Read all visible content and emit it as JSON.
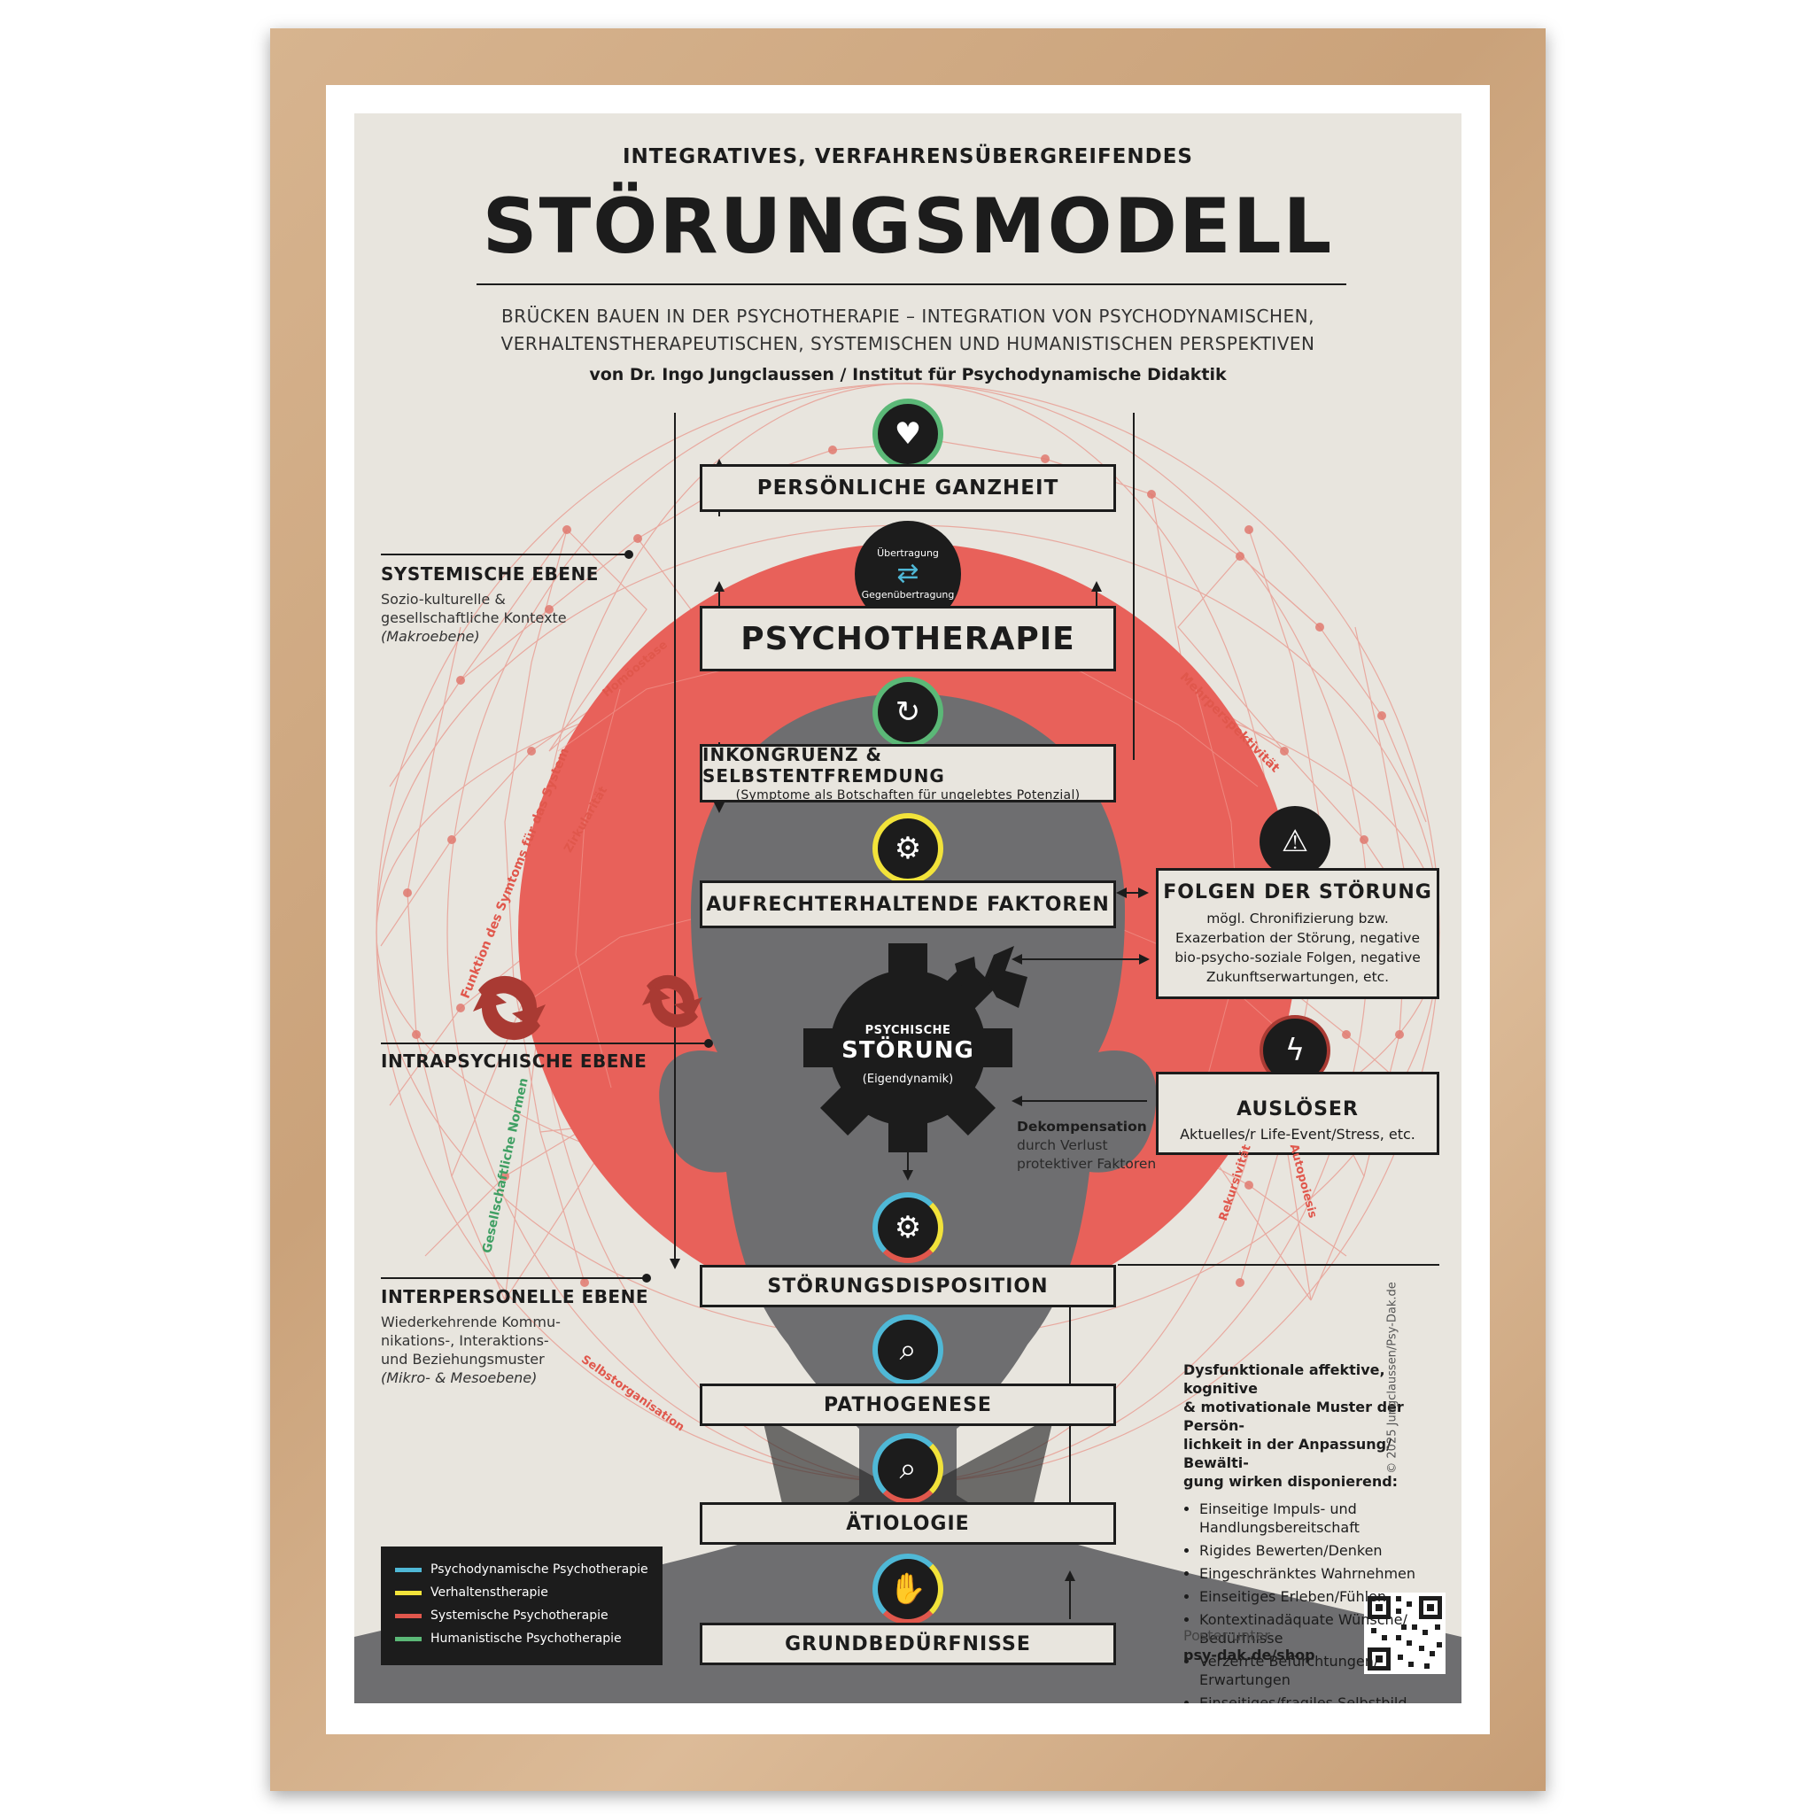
{
  "header": {
    "kicker": "INTEGRATIVES, VERFAHRENSÜBERGREIFENDES",
    "title": "STÖRUNGSMODELL",
    "subtitle_line1": "BRÜCKEN BAUEN IN DER PSYCHOTHERAPIE – INTEGRATION VON PSYCHODYNAMISCHEN,",
    "subtitle_line2": "VERHALTENSTHERAPEUTISCHEN, SYSTEMISCHEN UND HUMANISTISCHEN PERSPEKTIVEN",
    "author": "von Dr. Ingo Jungclaussen / Institut für Psychodynamische Didaktik"
  },
  "boxes": {
    "ganzheit": "PERSÖNLICHE GANZHEIT",
    "psychotherapie": "PSYCHOTHERAPIE",
    "inkongruenz": "INKONGRUENZ & SELBSTENTFREMDUNG",
    "inkongruenz_sub": "(Symptome als Botschaften für ungelebtes Potenzial)",
    "aufrecht": "AUFRECHTERHALTENDE FAKTOREN",
    "disposition": "STÖRUNGSDISPOSITION",
    "pathogenese": "PATHOGENESE",
    "aetiologie": "ÄTIOLOGIE",
    "grundbeduerfnisse": "GRUNDBEDÜRFNISSE"
  },
  "transfer": {
    "top": "Übertragung",
    "bottom": "Gegenübertragung"
  },
  "gear": {
    "small": "PSYCHISCHE",
    "big": "STÖRUNG",
    "sub": "(Eigendynamik)"
  },
  "folgen": {
    "title": "FOLGEN DER STÖRUNG",
    "text1": "mögl. Chronifizierung bzw.",
    "text2": "Exazerbation der Störung, negative",
    "text3": "bio-psycho-soziale Folgen, negative",
    "text4": "Zukunftserwartungen, etc."
  },
  "ausloeser": {
    "title": "AUSLÖSER",
    "text": "Aktuelles/r Life-Event/Stress, etc."
  },
  "dekomp": {
    "title": "Dekompensation",
    "line1": "durch Verlust",
    "line2": "protektiver Faktoren"
  },
  "levels": {
    "systemisch_title": "SYSTEMISCHE EBENE",
    "systemisch_l1": "Sozio-kulturelle &",
    "systemisch_l2": "gesellschaftliche Kontexte",
    "systemisch_l3": "(Makroebene)",
    "intrapsychisch_title": "INTRAPSYCHISCHE EBENE",
    "interpersonell_title": "INTERPERSONELLE  EBENE",
    "interpersonell_l1": "Wiederkehrende Kommu-",
    "interpersonell_l2": "nikations-, Interaktions-",
    "interpersonell_l3": "und Beziehungsmuster",
    "interpersonell_l4": "(Mikro- & Mesoebene)"
  },
  "curved_labels": {
    "homoeostase": "Homöostase",
    "funktion": "Funktion des Symtoms für das System",
    "zirkularitaet": "Zirkularität",
    "mehrperspektivitaet": "Mehrperspektivität",
    "normen": "Gesellschaftliche Normen",
    "selbstorganisation": "Selbstorganisation",
    "rekursivitaet": "Rekursivität",
    "autopoiesis": "Autopoiesis"
  },
  "dysfunktional": {
    "heading1": "Dysfunktionale affektive, kognitive",
    "heading2": "& motivationale Muster der Persön-",
    "heading3": "lichkeit in der Anpassung/ Bewälti-",
    "heading4": "gung wirken disponierend:",
    "items": [
      "Einseitige Impuls- und Handlungsbereitschaft",
      "Rigides Bewerten/Denken",
      "Eingeschränktes Wahrnehmen",
      "Einseitiges Erleben/Fühlen",
      "Kontextinadäquate Wünsche/ Bedürfnisse",
      "Verzerrte Befürchtungen/ Erwartungen",
      "Einseitiges/fragiles Selbstbild"
    ]
  },
  "legend": [
    {
      "label": "Psychodynamische Psychotherapie",
      "color": "#4fb8d6"
    },
    {
      "label": "Verhaltenstherapie",
      "color": "#f2e33a"
    },
    {
      "label": "Systemische Psychotherapie",
      "color": "#e0574c"
    },
    {
      "label": "Humanistische Psychotherapie",
      "color": "#5bb877"
    }
  ],
  "footer": {
    "poster_line": "Poster unter",
    "shop": "psy-dak.de/shop",
    "copyright": "© 2025 Jungclaussen/Psy-Dak.de"
  },
  "icons": {
    "ganzheit": "heart-hands-icon",
    "transfer": "people-icon",
    "inkongruenz": "cycle-icon",
    "aufrecht": "gear-check-icon",
    "disposition": "gear-bolt-icon",
    "pathogenese": "magnifier-gear-icon",
    "aetiologie": "magnifier-bolt-icon",
    "grundbeduerfnisse": "hand-icon",
    "folgen": "warning-icon",
    "ausloeser": "lightning-icon"
  },
  "colors": {
    "red": "#e8615a",
    "dark": "#1c1c1c",
    "gray": "#6e6e70",
    "paper": "#e8e5de"
  }
}
